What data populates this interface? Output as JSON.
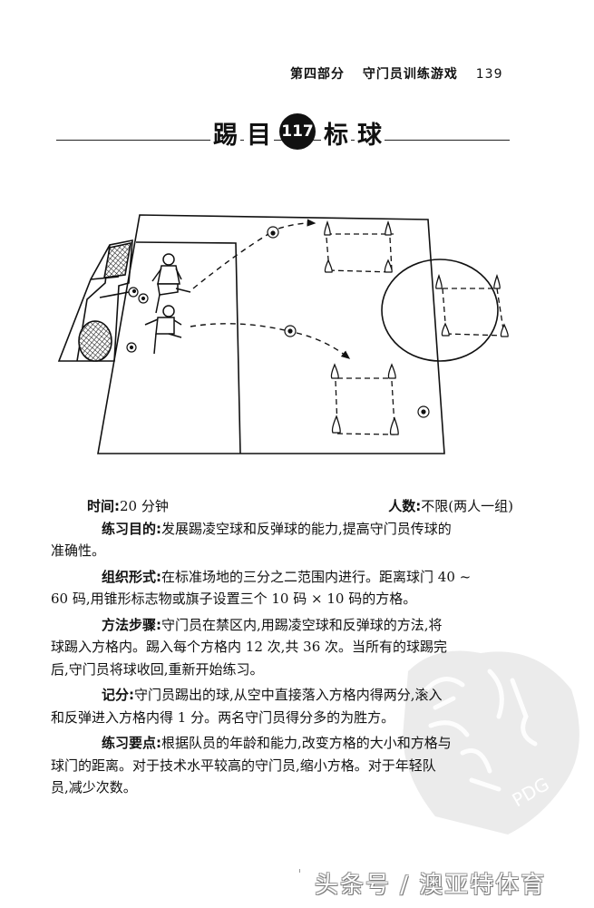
{
  "running_header": {
    "part": "第四部分",
    "section": "守门员训练游戏",
    "page_number": "139"
  },
  "title": {
    "chars_before": [
      "踢",
      "目"
    ],
    "badge_number": "117",
    "chars_after": [
      "标",
      "球"
    ],
    "full_title": "踢目标球"
  },
  "diagram": {
    "description": "Two goalkeepers near goal volleying balls toward three 10x10-yard cone grids on the field",
    "elements": {
      "goal": "goal-with-net",
      "players": 2,
      "balls": 6,
      "cone_grids": 3,
      "center_circle": true
    }
  },
  "info": {
    "time_label": "时间:",
    "time_value": "20 分钟",
    "people_label": "人数:",
    "people_value": "不限(两人一组)"
  },
  "sections": [
    {
      "label": "练习目的:",
      "lines": [
        "发展踢凌空球和反弹球的能力,提高守门员传球的",
        "准确性。"
      ]
    },
    {
      "label": "组织形式:",
      "lines": [
        "在标准场地的三分之二范围内进行。距离球门 40 ~",
        "60 码,用锥形标志物或旗子设置三个 10 码 × 10 码的方格。"
      ]
    },
    {
      "label": "方法步骤:",
      "lines": [
        "守门员在禁区内,用踢凌空球和反弹球的方法,将",
        "球踢入方格内。踢入每个方格内 12 次,共 36 次。当所有的球踢完",
        "后,守门员将球收回,重新开始练习。"
      ]
    },
    {
      "label": "记分:",
      "lines": [
        "守门员踢出的球,从空中直接落入方格内得两分,滚入",
        "和反弹进入方格内得 1 分。两名守门员得分多的为胜方。"
      ]
    },
    {
      "label": "练习要点:",
      "lines": [
        "根据队员的年龄和能力,改变方格的大小和方格与",
        "球门的距离。对于技术水平较高的守门员,缩小方格。对于年轻队",
        "员,减少次数。"
      ]
    }
  ],
  "watermark": {
    "text": "PDG"
  },
  "footer": {
    "source": "头条号 / 澳亚特体育"
  }
}
